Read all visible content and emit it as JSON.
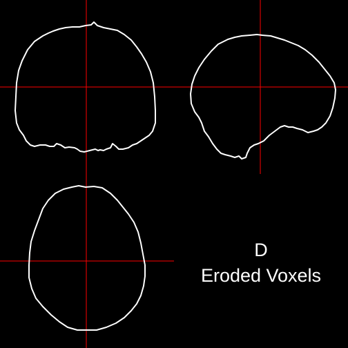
{
  "figure": {
    "panel_letter": "D",
    "description": "Eroded Voxels"
  },
  "views": [
    {
      "name": "coronal-view"
    },
    {
      "name": "sagittal-view"
    },
    {
      "name": "axial-view"
    }
  ],
  "colors": {
    "background": "#000000",
    "outline": "#ffffff",
    "crosshair": "#ff0000",
    "text": "#ffffff"
  }
}
